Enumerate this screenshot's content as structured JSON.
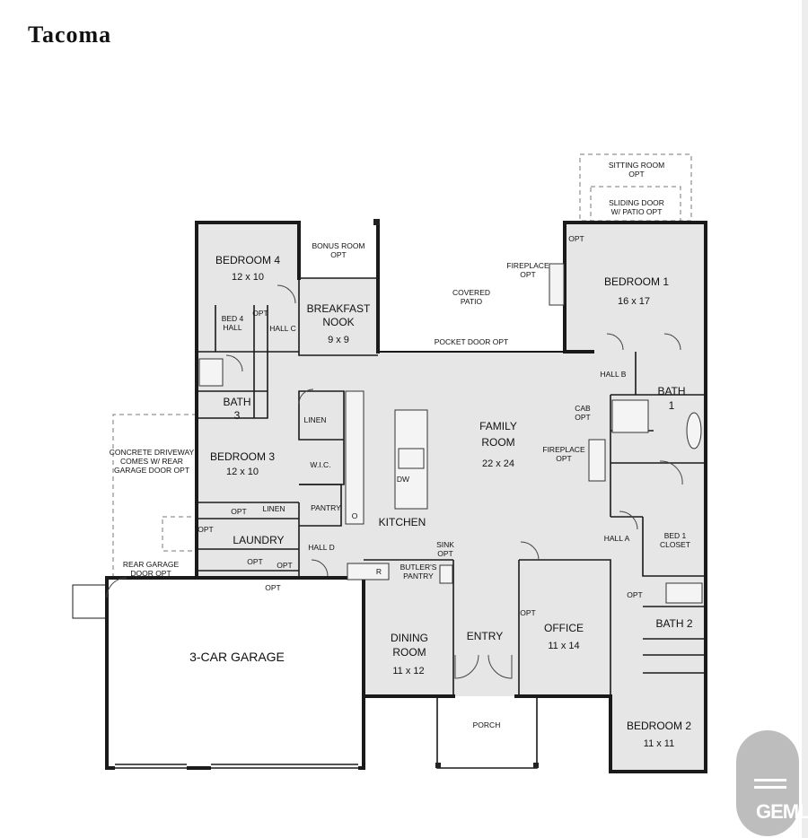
{
  "title": "Tacoma",
  "rooms": {
    "bedroom4": {
      "name": "BEDROOM 4",
      "dim": "12 x 10"
    },
    "bonus": {
      "name": "BONUS ROOM",
      "sub": "OPT"
    },
    "nook": {
      "name1": "BREAKFAST",
      "name2": "NOOK",
      "dim": "9 x 9"
    },
    "patio": {
      "name1": "COVERED",
      "name2": "PATIO"
    },
    "pocket": "POCKET DOOR OPT",
    "fireplace1": {
      "l1": "FIREPLACE",
      "l2": "OPT"
    },
    "sitting": {
      "l1": "SITTING ROOM",
      "l2": "OPT"
    },
    "sliding": {
      "l1": "SLIDING DOOR",
      "l2": "W/ PATIO OPT"
    },
    "bedroom1": {
      "name": "BEDROOM 1",
      "dim": "16 x 17",
      "opt": "OPT"
    },
    "bed4hall": {
      "l1": "BED 4",
      "l2": "HALL"
    },
    "opt_b4": "OPT",
    "hallc": "HALL C",
    "hallb": "HALL B",
    "bath1": {
      "l1": "BATH",
      "l2": "1"
    },
    "bath3": {
      "l1": "BATH",
      "l2": "3"
    },
    "linen1": "LINEN",
    "cab": {
      "l1": "CAB",
      "l2": "OPT"
    },
    "family": {
      "l1": "FAMILY",
      "l2": "ROOM",
      "dim": "22 x 24"
    },
    "fireplace2": {
      "l1": "FIREPLACE",
      "l2": "OPT"
    },
    "driveway": {
      "l1": "CONCRETE DRIVEWAY",
      "l2": "COMES W/ REAR",
      "l3": "GARAGE DOOR OPT"
    },
    "bedroom3": {
      "name": "BEDROOM 3",
      "dim": "12 x 10"
    },
    "wic": "W.I.C.",
    "dw": "DW",
    "pantry": "PANTRY",
    "o": "O",
    "linen2": "LINEN",
    "opt_l1": "OPT",
    "opt_l2": "OPT",
    "kitchen": "KITCHEN",
    "laundry": "LAUNDRY",
    "opt_l3": "OPT",
    "opt_l4": "OPT",
    "halld": "HALL D",
    "sink": {
      "l1": "SINK",
      "l2": "OPT"
    },
    "halla": "HALL A",
    "bed1closet": {
      "l1": "BED 1",
      "l2": "CLOSET"
    },
    "rear_garage": {
      "l1": "REAR GARAGE",
      "l2": "DOOR OPT"
    },
    "opt_g": "OPT",
    "r": "R",
    "butler": {
      "l1": "BUTLER'S",
      "l2": "PANTRY"
    },
    "garage": "3-CAR GARAGE",
    "dining": {
      "l1": "DINING",
      "l2": "ROOM",
      "dim": "11 x 12"
    },
    "entry": "ENTRY",
    "office": {
      "name": "OFFICE",
      "dim": "11 x 14",
      "opt": "OPT"
    },
    "bath2": {
      "name": "BATH 2",
      "opt": "OPT"
    },
    "porch": "PORCH",
    "bedroom2": {
      "name": "BEDROOM 2",
      "dim": "11 x 11"
    }
  },
  "watermark": "GEMLS"
}
